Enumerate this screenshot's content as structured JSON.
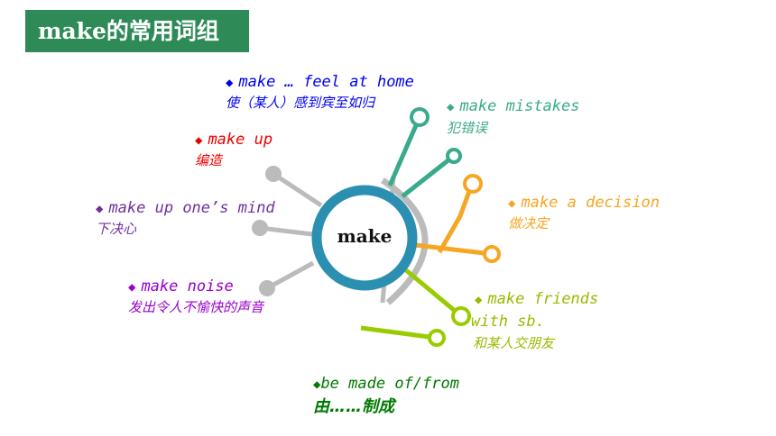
{
  "title": "make的常用词组",
  "center": "make",
  "colors": {
    "title_bg": "#2e8b57",
    "ring": "#2a8fb0",
    "blue": "#0000ee",
    "teal": "#3aaa8c",
    "red": "#ee0000",
    "purple": "#7030a0",
    "orange": "#f5a623",
    "lime": "#99cc00",
    "green": "#007a00",
    "gray": "#bbbbbb"
  },
  "bullet": "◆",
  "phrases": {
    "feel_at_home": {
      "en": "make … feel at home",
      "zh": "使（某人）感到宾至如归"
    },
    "mistakes": {
      "en": "make mistakes",
      "zh": "犯错误"
    },
    "make_up": {
      "en": "make up",
      "zh": "编造"
    },
    "decision": {
      "en": "make a decision",
      "zh": "做决定"
    },
    "mind": {
      "en": "make up one’s mind",
      "zh": "下决心"
    },
    "noise": {
      "en": "make noise",
      "zh": "发出令人不愉快的声音"
    },
    "friends": {
      "en": "make friends",
      "en2": "with sb.",
      "zh": "和某人交朋友"
    },
    "made_of": {
      "en": "be made of/from",
      "zh": "由……制成"
    }
  }
}
